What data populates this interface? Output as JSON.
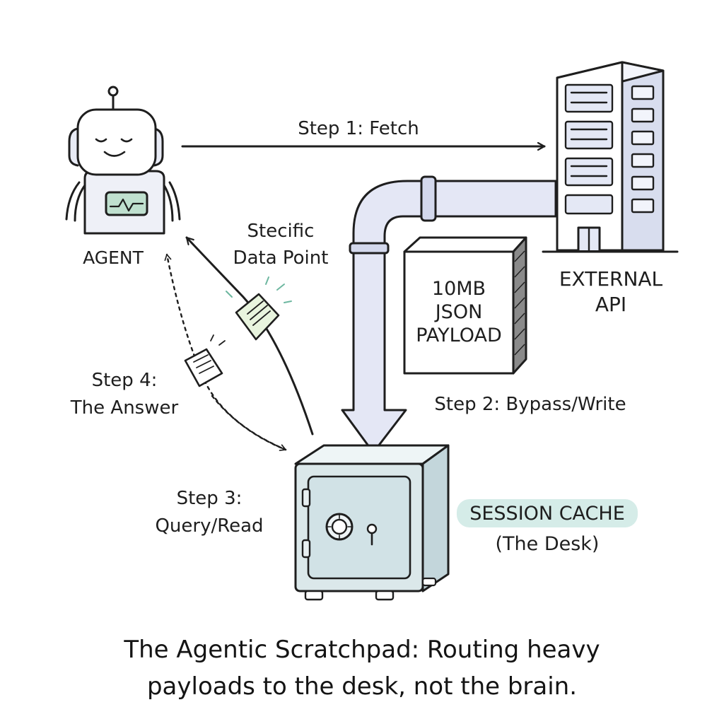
{
  "nodes": {
    "agent": "AGENT",
    "api": [
      "EXTERNAL",
      "API"
    ],
    "payload": [
      "10MB",
      "JSON",
      "PAYLOAD"
    ],
    "cache": "SESSION CACHE",
    "cache_sub": "(The Desk)"
  },
  "steps": {
    "fetch": "Step 1: Fetch",
    "write": "Step 2: Bypass/Write",
    "query": [
      "Step 3:",
      "Query/Read"
    ],
    "answer": [
      "Step 4:",
      "The Answer"
    ],
    "datapoint": [
      "Stecific",
      "Data Point"
    ]
  },
  "caption": [
    "The Agentic Scratchpad: Routing heavy",
    "payloads to the desk, not the brain."
  ],
  "colors": {
    "ink": "#1e1e1e",
    "pipe": "#e4e7f5",
    "safe": "#dbe8ea",
    "screen": "#bfe0cf",
    "note": "#e8f4de",
    "highlight": "#d5ece8",
    "building": "#e8ecf7"
  }
}
